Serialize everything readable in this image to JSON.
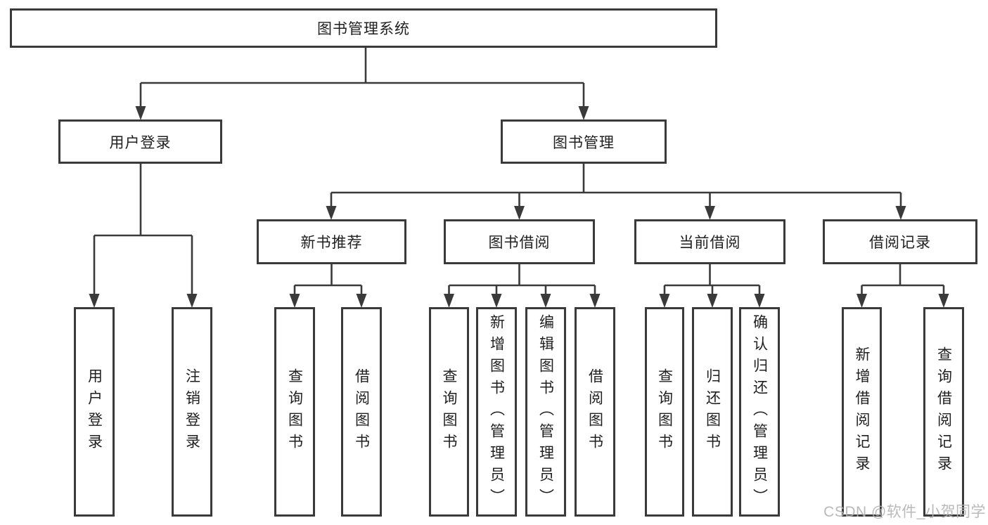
{
  "title": "图书管理系统",
  "level2": {
    "user_login": "用户登录",
    "book_mgmt": "图书管理"
  },
  "level3": {
    "new_book": "新书推荐",
    "borrow": "图书借阅",
    "current": "当前借阅",
    "records": "借阅记录"
  },
  "leaves": {
    "login": "用户登录",
    "logout": "注销登录",
    "nb_query": "查询图书",
    "nb_borrow": "借阅图书",
    "bw_query": "查询图书",
    "bw_add": "新增图书（管理员）",
    "bw_edit": "编辑图书（管理员）",
    "bw_borrow": "借阅图书",
    "cu_query": "查询图书",
    "cu_return": "归还图书",
    "cu_confirm": "确认归还（管理员）",
    "rc_add": "新增借阅记录",
    "rc_query": "查询借阅记录"
  },
  "watermark": "CSDN @软件_小贺同学",
  "colors": {
    "line": "#3a3a3a",
    "box_border": "#3a3a3a",
    "text": "#1f1f1f",
    "watermark": "#b2b2b2",
    "background": "#ffffff"
  }
}
